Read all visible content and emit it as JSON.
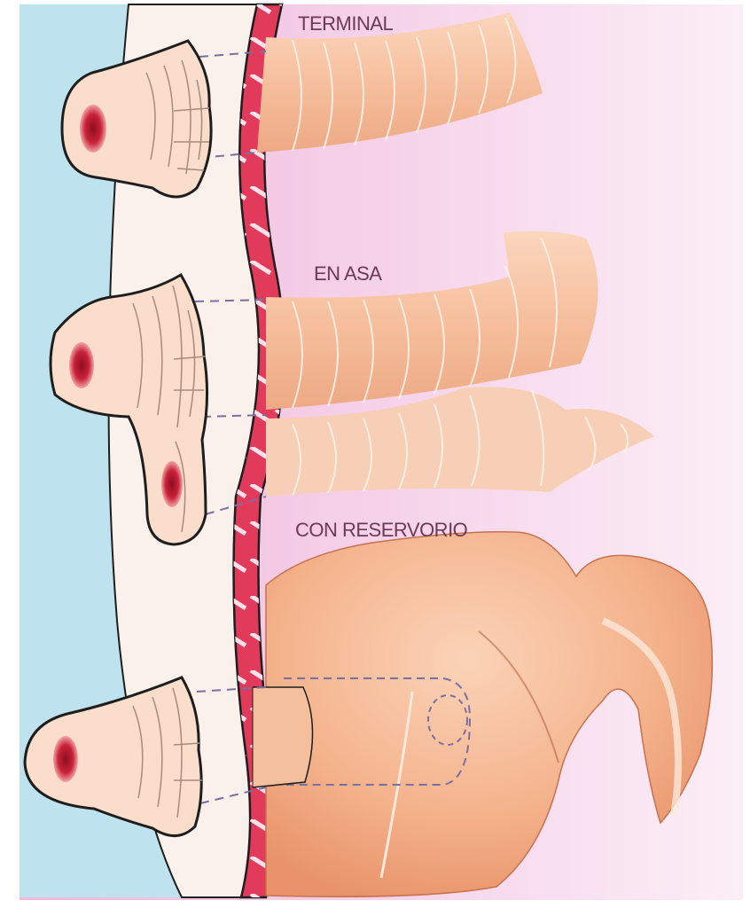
{
  "labels": {
    "terminal": "TERMINAL",
    "en_asa": "EN ASA",
    "con_reservorio": "CON RESERVORIO"
  },
  "colors": {
    "skin_band": "#fbf1ec",
    "left_background": "#bfe3ee",
    "abdominal_interior": "#f2c3e0",
    "bowel": "#f7c4a6",
    "muscle_wall": "#e23a5a",
    "stoma_lumen": "#c21f33",
    "outline": "#1e1e1e"
  }
}
